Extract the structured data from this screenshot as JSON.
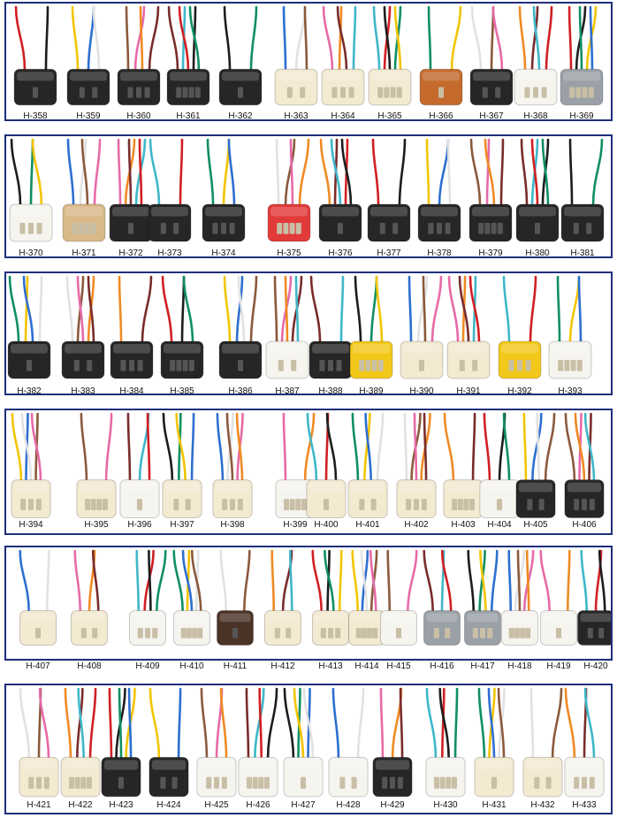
{
  "border_color": "#1f2f7a",
  "wire_colors": [
    "#d11f24",
    "#1d1d1d",
    "#0f8f62",
    "#f2c400",
    "#2e6fd0",
    "#f4f4f4",
    "#8a5a3b",
    "#e76aa8",
    "#f08a24",
    "#7a2c2c",
    "#3fb7c9"
  ],
  "rows": [
    {
      "codes": [
        "H-358",
        "H-359",
        "H-360",
        "H-361",
        "H-362",
        "H-363",
        "H-364",
        "H-365",
        "H-366",
        "H-367",
        "H-368",
        "H-369"
      ]
    },
    {
      "codes": [
        "H-370",
        "H-371",
        "H-372",
        "H-373",
        "H-374",
        "H-375",
        "H-376",
        "H-377",
        "H-378",
        "H-379",
        "H-380",
        "H-381"
      ]
    },
    {
      "codes": [
        "H-382",
        "H-383",
        "H-384",
        "H-385",
        "H-386",
        "H-387",
        "H-388",
        "H-389",
        "H-390",
        "H-391",
        "H-392",
        "H-393"
      ]
    },
    {
      "codes": [
        "H-394",
        "H-395",
        "H-396",
        "H-397",
        "H-398",
        "H-399",
        "H-400",
        "H-401",
        "H-402",
        "H-403",
        "H-404",
        "H-405",
        "H-406"
      ]
    },
    {
      "codes": [
        "H-407",
        "H-408",
        "H-409",
        "H-410",
        "H-411",
        "H-412",
        "H-413",
        "H-414",
        "H-415",
        "H-416",
        "H-417",
        "H-418",
        "H-419",
        "H-420"
      ]
    },
    {
      "codes": [
        "H-421",
        "H-422",
        "H-423",
        "H-424",
        "H-425",
        "H-426",
        "H-427",
        "H-428",
        "H-429",
        "H-430",
        "H-431",
        "H-432",
        "H-433"
      ]
    }
  ]
}
